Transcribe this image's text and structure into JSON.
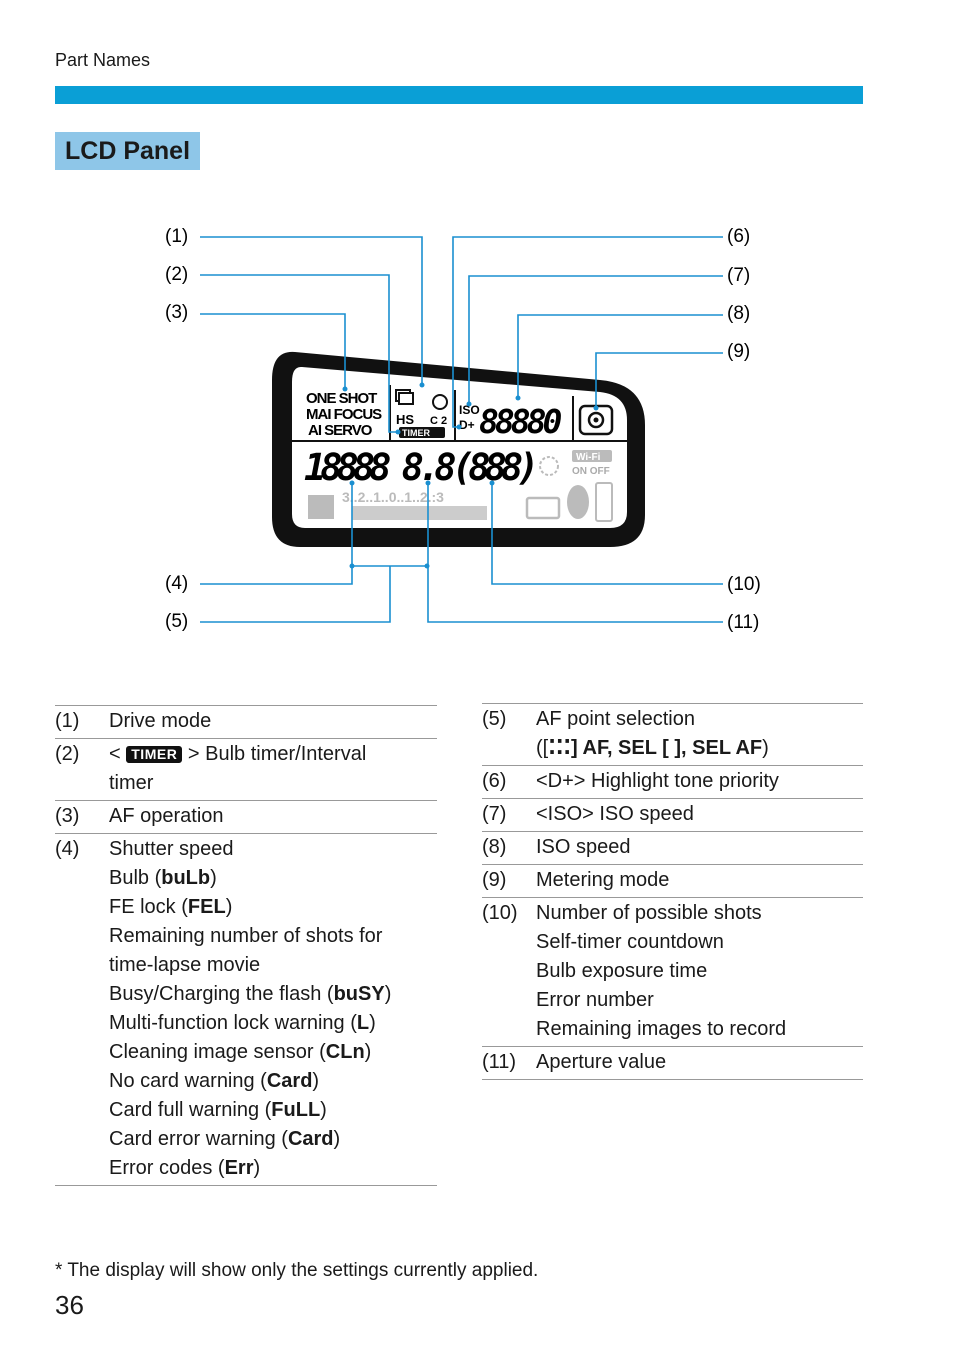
{
  "header": {
    "section": "Part Names"
  },
  "title": "LCD Panel",
  "callouts": {
    "left": [
      "(1)",
      "(2)",
      "(3)",
      "(4)",
      "(5)"
    ],
    "right": [
      "(6)",
      "(7)",
      "(8)",
      "(9)",
      "(10)",
      "(11)"
    ]
  },
  "lcd": {
    "modes": [
      "ONE SHOT",
      "MAI FOCUS",
      "AI SERVO"
    ],
    "hs": "HS",
    "c2": "C 2",
    "timer": "TIMER",
    "iso": "ISO",
    "dplus": "D+",
    "top_digits": "88880",
    "main_digits": "18888 8.8",
    "bracket_digits": "(888)",
    "wifi": "Wi-Fi",
    "onoff": "ON OFF",
    "scale": "3..2..1..0..1..2.:3"
  },
  "table_left": [
    {
      "num": "(1)",
      "lines": [
        "Drive mode"
      ]
    },
    {
      "num": "(2)",
      "badge": "TIMER",
      "lines": [
        "> Bulb timer/Interval",
        "timer"
      ]
    },
    {
      "num": "(3)",
      "lines": [
        "AF operation"
      ]
    },
    {
      "num": "(4)",
      "lines": [
        "Shutter speed",
        [
          "Bulb (",
          "buLb",
          ")"
        ],
        [
          "FE lock (",
          "FEL",
          ")"
        ],
        "Remaining number of shots for",
        "time-lapse movie",
        [
          "Busy/Charging the flash (",
          "buSY",
          ")"
        ],
        [
          "Multi-function lock warning (",
          "L",
          ")"
        ],
        [
          "Cleaning image sensor (",
          "CLn",
          ")"
        ],
        [
          "No card warning (",
          "Card",
          ")"
        ],
        [
          "Card full warning (",
          "FuLL",
          ")"
        ],
        [
          "Card error warning (",
          "Card",
          ")"
        ],
        [
          "Error codes (",
          "Err",
          ")"
        ]
      ]
    }
  ],
  "table_right": [
    {
      "num": "(5)",
      "lines": [
        "AF point selection",
        [
          "([",
          "⁚⁚⁚",
          "] ",
          "AF, SEL [ ], SEL AF",
          ")"
        ]
      ]
    },
    {
      "num": "(6)",
      "lines": [
        "<D+> Highlight tone priority"
      ]
    },
    {
      "num": "(7)",
      "lines": [
        "<ISO> ISO speed"
      ]
    },
    {
      "num": "(8)",
      "lines": [
        "ISO speed"
      ]
    },
    {
      "num": "(9)",
      "lines": [
        "Metering mode"
      ]
    },
    {
      "num": "(10)",
      "lines": [
        "Number of possible shots",
        "Self-timer countdown",
        "Bulb exposure time",
        "Error number",
        "Remaining images to record"
      ]
    },
    {
      "num": "(11)",
      "lines": [
        "Aperture value"
      ]
    }
  ],
  "footnote": "*  The display will show only the settings currently applied.",
  "page_number": "36",
  "colors": {
    "accent": "#0a9fd6",
    "title_bg": "#8ec6e8",
    "leader": "#1a8fd0"
  }
}
